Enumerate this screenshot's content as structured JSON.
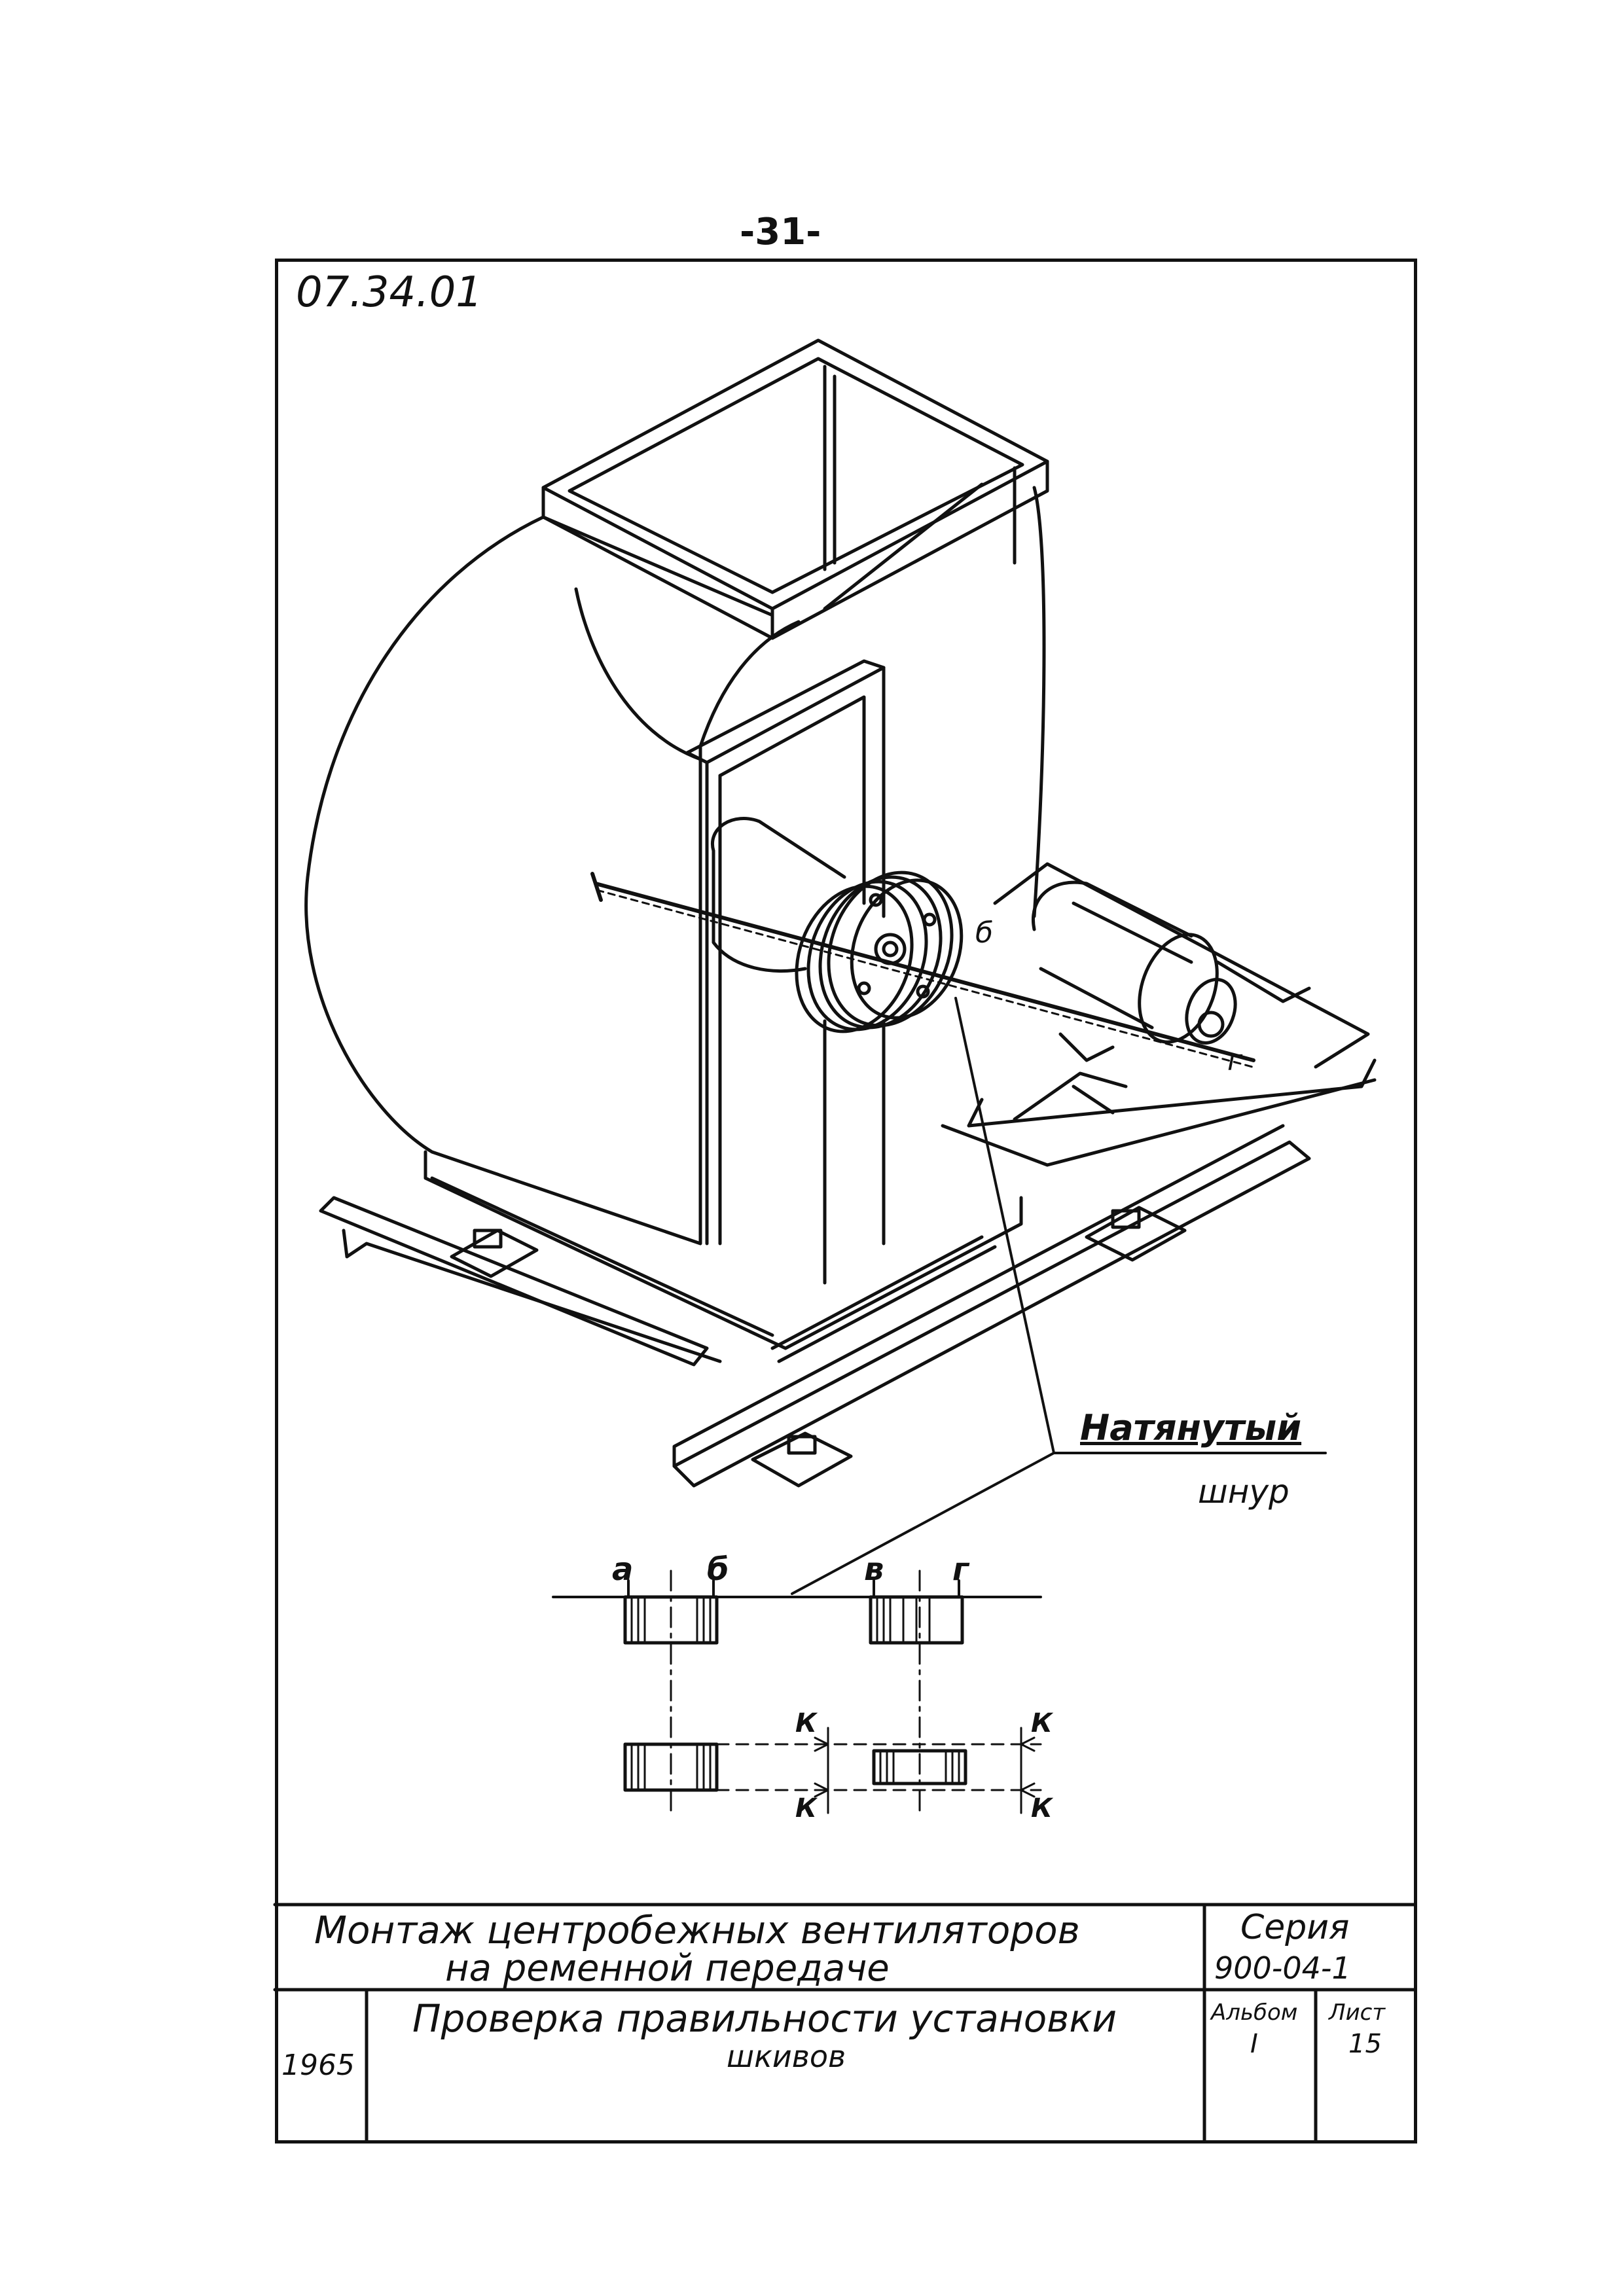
{
  "page_number": "-31-",
  "drawing_code": "07.34.01",
  "callout": {
    "line1": "Натянутый",
    "line2": "шнур"
  },
  "sheave_labels": {
    "a": "а",
    "b": "б",
    "v": "в",
    "g": "г",
    "k": "К",
    "point_b": "б",
    "point_g": "г"
  },
  "title_block": {
    "title_line1": "Монтаж центробежных вентиляторов",
    "title_line2": "на ременной передаче",
    "series_label": "Серия",
    "series_value": "900-04-1",
    "year": "1965",
    "subtitle_line1": "Проверка правильности установки",
    "subtitle_line2": "шкивов",
    "album_label": "Альбом",
    "album_value": "I",
    "sheet_label": "Лист",
    "sheet_value": "15"
  }
}
